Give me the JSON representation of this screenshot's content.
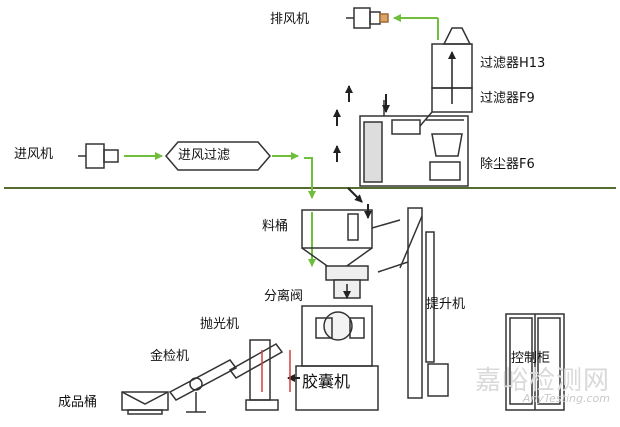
{
  "labels": {
    "exhaust_fan": "排风机",
    "filter_h13": "过滤器H13",
    "filter_f9": "过滤器F9",
    "intake_fan": "进风机",
    "intake_filter": "进风过滤",
    "dust_collector": "除尘器F6",
    "hopper": "料桶",
    "separating_valve": "分离阀",
    "elevator": "提升机",
    "polisher": "抛光机",
    "metal_detector": "金检机",
    "capsule_machine": "胶囊机",
    "product_bin": "成品桶",
    "control_cabinet": "控制柜"
  },
  "watermark": {
    "brand": "嘉峪检测网",
    "url": "AnyTesting.com"
  },
  "colors": {
    "air_flow_arrow": "#6fbe3c",
    "equipment_line": "#333333",
    "floor_line": "#556b2f",
    "accent_red": "#d04040"
  }
}
